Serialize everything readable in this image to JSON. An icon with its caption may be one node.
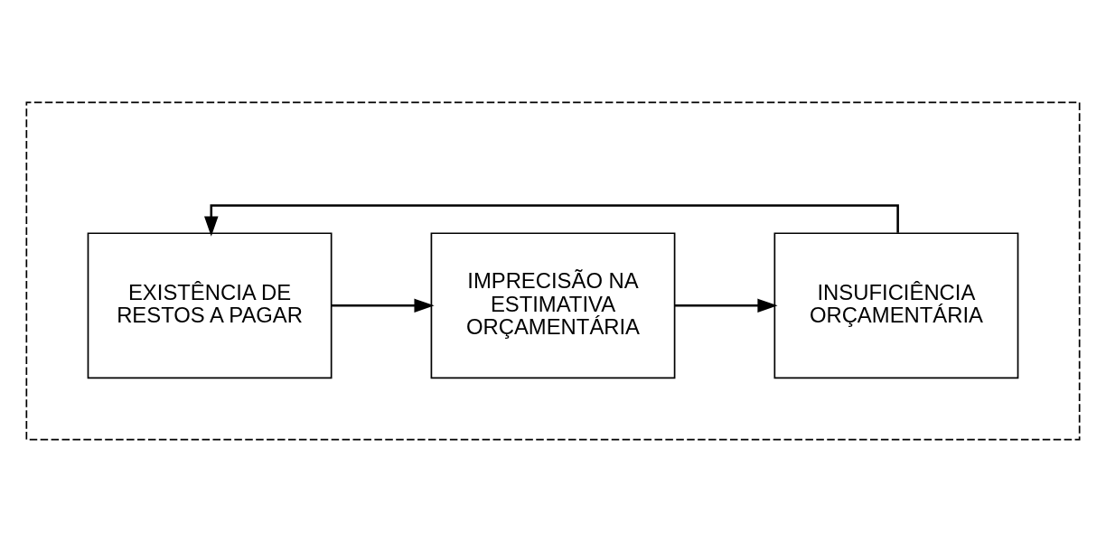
{
  "diagram": {
    "nodes": [
      {
        "text": [],
        "shape": "box"
      },
      {
        "text": [
          "EXISTÊNCIA DE RESTOS A PAGAR"
        ],
        "in": 0
      },
      {
        "text": [
          "IMPRECISÃO NA ESTIMATIVA ORÇAMENTÁRIA"
        ],
        "in": 0
      },
      {
        "text": [
          "INSUFICIÊNCIA ORÇAMENTÁRIA"
        ],
        "in": 0
      }
    ],
    "edges": [
      {
        "from": 1,
        "to": 2,
        "arrow": "to"
      },
      {
        "from": 2,
        "to": 3,
        "arrow": "to"
      },
      {
        "from": 3,
        "to": 1,
        "arrow": "to"
      }
    ]
  }
}
